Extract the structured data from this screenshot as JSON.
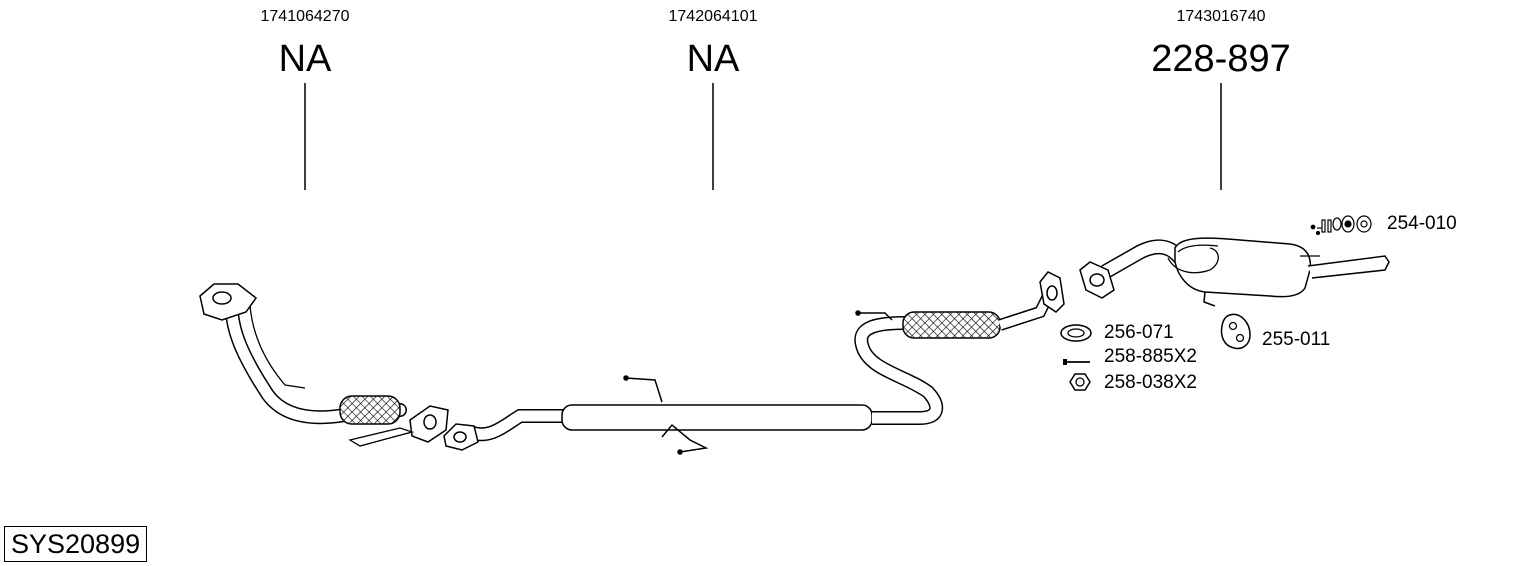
{
  "parts": [
    {
      "oem": "1741064270",
      "ref": "NA"
    },
    {
      "oem": "1742064101",
      "ref": "NA"
    },
    {
      "oem": "1743016740",
      "ref": "228-897"
    }
  ],
  "kits": [
    {
      "code": "254-010",
      "icon": "mounting-kit-icon"
    },
    {
      "code": "256-071",
      "icon": "gasket-icon"
    },
    {
      "code": "258-885X2",
      "icon": "bolt-icon"
    },
    {
      "code": "258-038X2",
      "icon": "nut-icon"
    },
    {
      "code": "255-011",
      "icon": "rubber-hanger-icon"
    }
  ],
  "system_code": "SYS20899"
}
